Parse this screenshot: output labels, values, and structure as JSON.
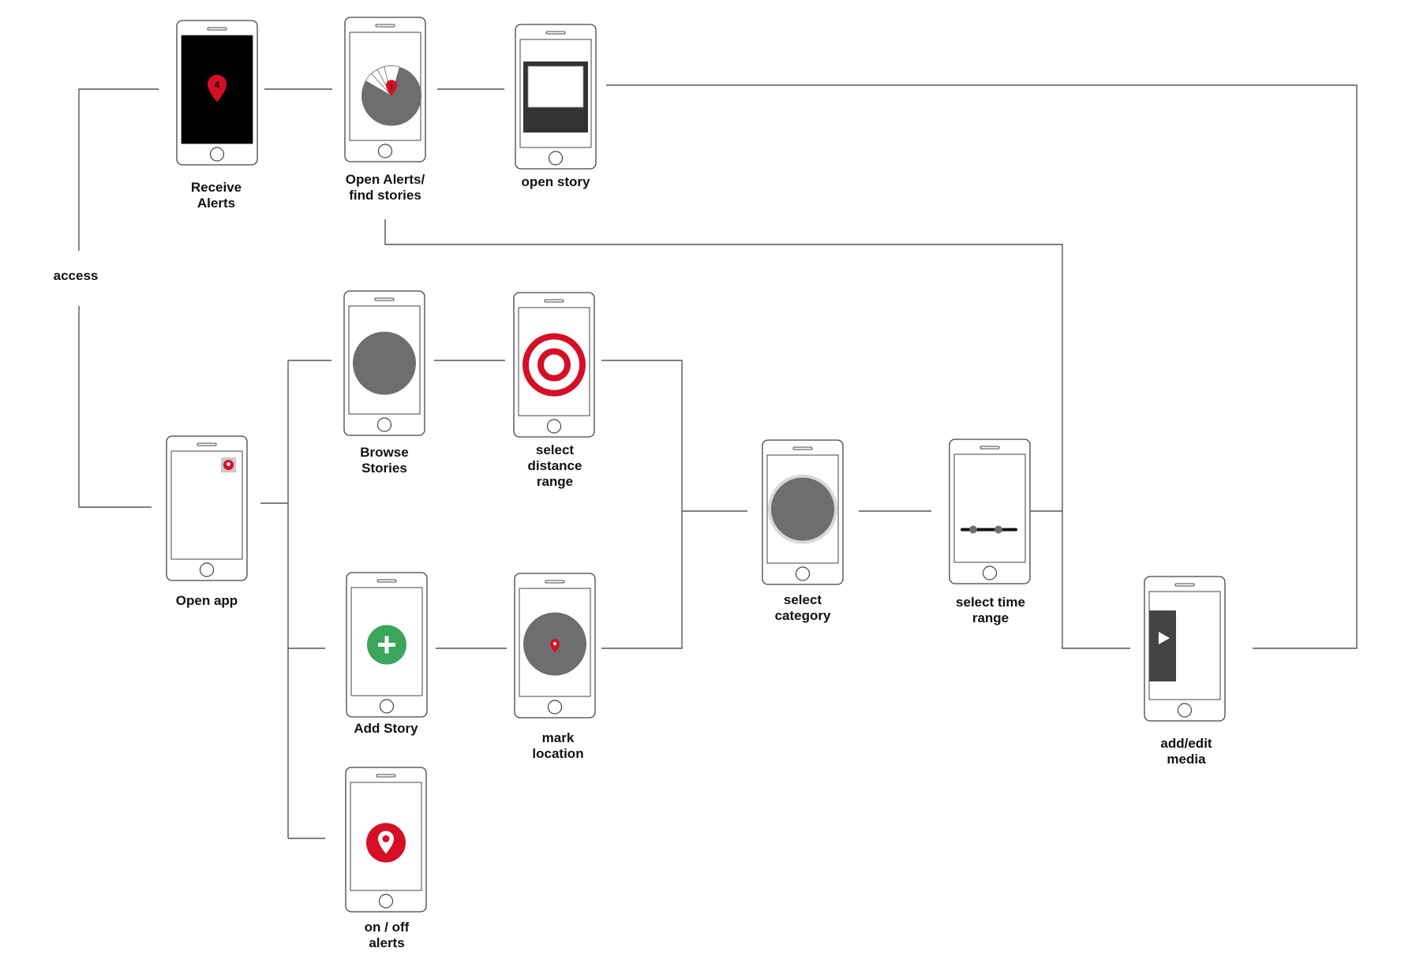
{
  "colors": {
    "line": "#555555",
    "phone_outline": "#444444",
    "dark_fill": "#6e6e70",
    "black_screen": "#000000",
    "accent_red": "#d50f25",
    "accent_green": "#3aa55b",
    "media_dark": "#444444",
    "pin_bg": "#c9c9c9"
  },
  "diagram": {
    "access_label": "access",
    "screens": [
      {
        "id": "receive-alerts",
        "label": "Receive\nAlerts",
        "icon": "alert-pin-badge-icon",
        "badge": "4"
      },
      {
        "id": "open-alerts",
        "label": "Open Alerts/\nfind stories",
        "icon": "stacked-stories-icon",
        "badge": "1"
      },
      {
        "id": "open-story",
        "label": "open story",
        "icon": "story-frame-icon"
      },
      {
        "id": "open-app",
        "label": "Open app",
        "icon": "app-pin-icon"
      },
      {
        "id": "browse-stories",
        "label": "Browse\nStories",
        "icon": "gray-circle-icon"
      },
      {
        "id": "select-distance",
        "label": "select\ndistance\nrange",
        "icon": "target-icon"
      },
      {
        "id": "add-story",
        "label": "Add Story",
        "icon": "plus-circle-icon"
      },
      {
        "id": "mark-location",
        "label": "mark\nlocation",
        "icon": "location-pin-icon"
      },
      {
        "id": "on-off-alerts",
        "label": "on / off\nalerts",
        "icon": "alert-toggle-pin-icon"
      },
      {
        "id": "select-category",
        "label": "select\ncategory",
        "icon": "category-dial-icon"
      },
      {
        "id": "select-time",
        "label": "select time\nrange",
        "icon": "time-slider-icon"
      },
      {
        "id": "add-edit-media",
        "label": "add/edit\nmedia",
        "icon": "play-media-icon"
      }
    ]
  }
}
